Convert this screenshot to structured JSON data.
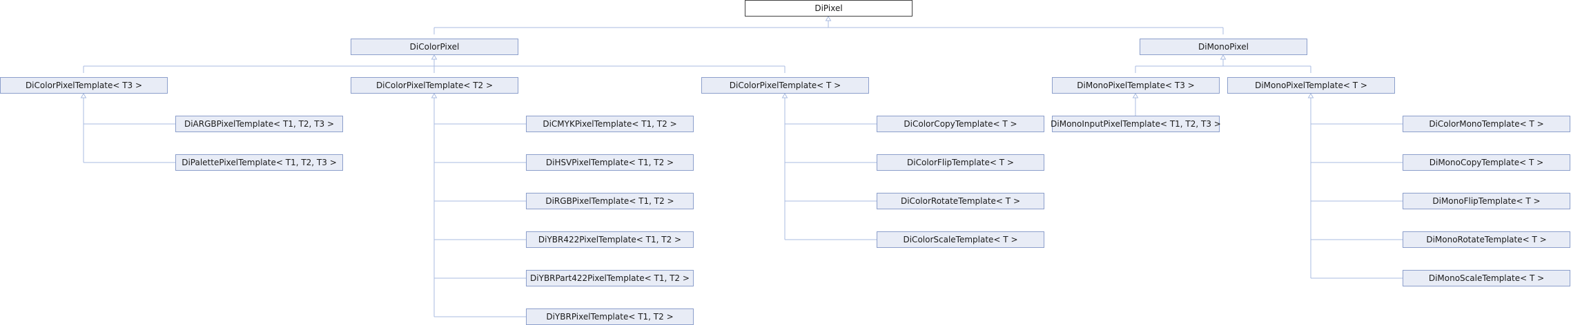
{
  "diagram": {
    "nodes": {
      "dipixel": "DiPixel",
      "dicolorpixel": "DiColorPixel",
      "dimonopixel": "DiMonoPixel",
      "dicolorpixeltemplate_t3": "DiColorPixelTemplate< T3 >",
      "dicolorpixeltemplate_t2": "DiColorPixelTemplate< T2 >",
      "dicolorpixeltemplate_t": "DiColorPixelTemplate< T >",
      "dimonopixeltemplate_t3": "DiMonoPixelTemplate< T3 >",
      "dimonopixeltemplate_t": "DiMonoPixelTemplate< T >",
      "diargbpixeltemplate": "DiARGBPixelTemplate< T1, T2, T3 >",
      "dipalettepixeltemplate": "DiPalettePixelTemplate< T1, T2, T3 >",
      "dicmykpixeltemplate": "DiCMYKPixelTemplate< T1, T2 >",
      "dihsvpixeltemplate": "DiHSVPixelTemplate< T1, T2 >",
      "dirgbpixeltemplate": "DiRGBPixelTemplate< T1, T2 >",
      "diybr422pixeltemplate": "DiYBR422PixelTemplate< T1, T2 >",
      "diybrpart422pixeltemplate": "DiYBRPart422PixelTemplate< T1, T2 >",
      "diybrpixeltemplate": "DiYBRPixelTemplate< T1, T2 >",
      "dicolorcopytemplate": "DiColorCopyTemplate< T >",
      "dicolorfliptemplate": "DiColorFlipTemplate< T >",
      "dicolorrotatetemplate": "DiColorRotateTemplate< T >",
      "dicolorscaletemplate": "DiColorScaleTemplate< T >",
      "dimonoinputpixeltemplate": "DiMonoInputPixelTemplate< T1, T2, T3 >",
      "dicolormonotemplate": "DiColorMonoTemplate< T >",
      "dimonocopytemplate": "DiMonoCopyTemplate< T >",
      "dimonofliptemplate": "DiMonoFlipTemplate< T >",
      "dimonorotatetemplate": "DiMonoRotateTemplate< T >",
      "dimonoscaletemplate": "DiMonoScaleTemplate< T >"
    },
    "edge_color": "#a9bbe0",
    "node_fill": "#e8ecf6",
    "node_border": "#8b9ecb",
    "root_fill": "#ffffff"
  }
}
